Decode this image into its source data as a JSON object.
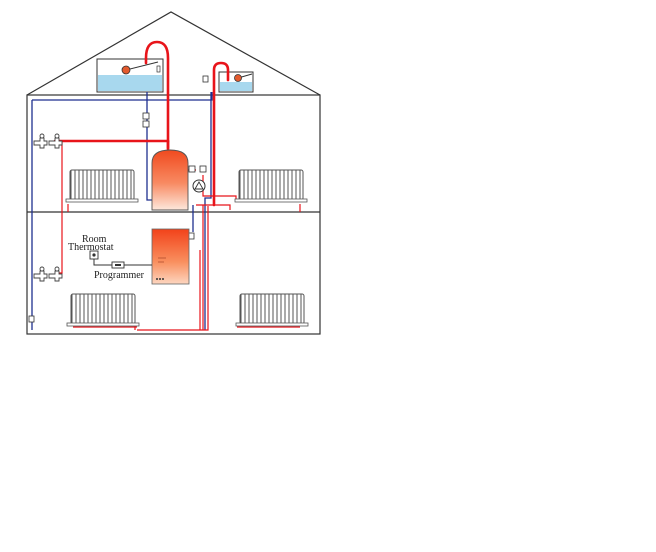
{
  "labels": {
    "room_thermostat_line1": "Room",
    "room_thermostat_line2": "Thermostat",
    "programmer": "Programmer"
  },
  "colors": {
    "hot_pipe": "#e8141a",
    "cold_pipe": "#1e2f8f",
    "water": "#a8d8ee",
    "outline": "#333333",
    "cylinder_top": "#f35a2a",
    "cylinder_bottom": "#fde3d3"
  },
  "icons": [
    "radiator-icon",
    "tap-icon",
    "pump-icon",
    "valve-icon",
    "ball-float-icon"
  ]
}
